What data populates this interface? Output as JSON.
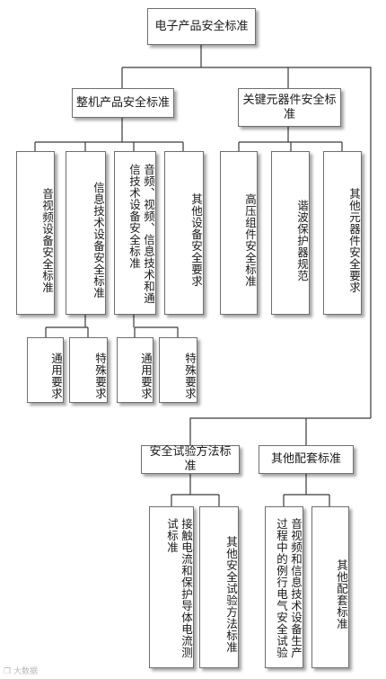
{
  "root": "电子产品安全标准",
  "group_product": {
    "title": "整机产品安全标准",
    "children": [
      "音视频设备安全标准",
      "信息技术设备安全标准",
      "音频、视频、信息技术和通信技术设备安全标准",
      "其他设备安全要求"
    ],
    "sub_it": [
      "通用要求",
      "特殊要求"
    ],
    "sub_av_it": [
      "通用要求",
      "特殊要求"
    ]
  },
  "group_components": {
    "title": "关键元器件安全标准",
    "children": [
      "高压组件安全标准",
      "谐波保护器规范",
      "其他元器件安全要求"
    ]
  },
  "group_test": {
    "title": "安全试验方法标准",
    "children": [
      "接触电流和保护导体电流测试标准",
      "其他安全试验方法标准"
    ]
  },
  "group_other": {
    "title": "其他配套标准",
    "children": [
      "音视频和信息技术设备生产过程中的例行电气安全试验",
      "其他配套标准"
    ]
  },
  "watermark": "大数据"
}
